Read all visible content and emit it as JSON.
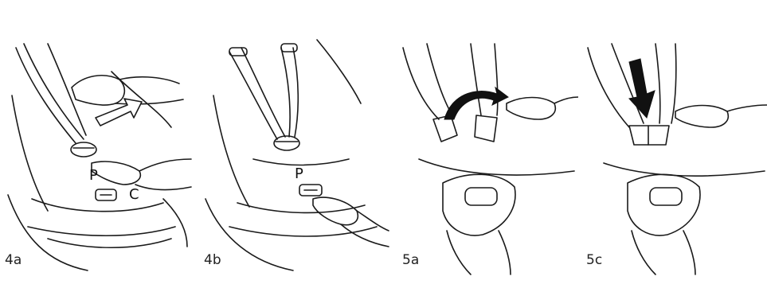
{
  "panels": [
    {
      "label": "4a",
      "letters": [
        "P",
        "C"
      ]
    },
    {
      "label": "4b",
      "letters": [
        "P"
      ]
    },
    {
      "label": "5a",
      "letters": []
    },
    {
      "label": "5c",
      "letters": []
    }
  ],
  "colors": {
    "line": "#1a1a1a",
    "arrow_fill": "#111111",
    "background": "#ffffff"
  },
  "icons": [
    "hollow-arrow-icon",
    "curved-arrow-icon",
    "down-arrow-icon"
  ]
}
